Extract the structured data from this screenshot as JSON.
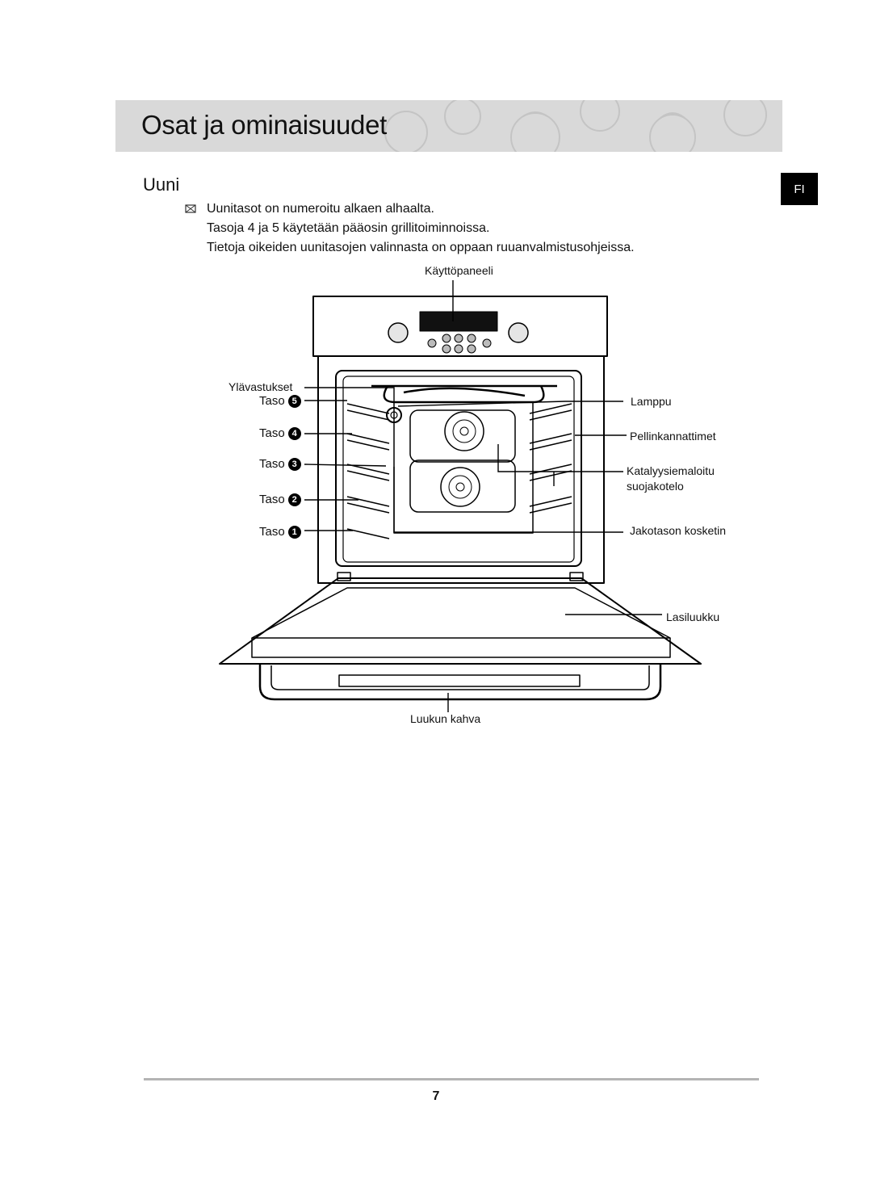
{
  "header": {
    "title": "Osat ja ominaisuudet"
  },
  "language_tab": "FI",
  "section": {
    "title": "Uuni"
  },
  "note": {
    "icon": "note-icon",
    "lines": [
      "Uunitasot on numeroitu alkaen alhaalta.",
      "Tasoja 4 ja 5 käytetään pääosin grillitoiminnoissa.",
      "Tietoja oikeiden uunitasojen valinnasta on oppaan ruuanvalmistusohjeissa."
    ]
  },
  "diagram": {
    "labels": {
      "control_panel": "Käyttöpaneeli",
      "top_supports": "Ylävastukset",
      "lamp": "Lamppu",
      "shelf_supports": "Pellinkannattimet",
      "catalytic_line1": "Katalyysiemaloitu",
      "catalytic_line2": "suojakotelo",
      "divider_sensor": "Jakotason kosketin",
      "glass_door": "Lasiluukku",
      "door_handle": "Luukun kahva"
    },
    "levels": [
      {
        "label": "Taso",
        "number": "5"
      },
      {
        "label": "Taso",
        "number": "4"
      },
      {
        "label": "Taso",
        "number": "3"
      },
      {
        "label": "Taso",
        "number": "2"
      },
      {
        "label": "Taso",
        "number": "1"
      }
    ]
  },
  "footer": {
    "page_number": "7"
  }
}
